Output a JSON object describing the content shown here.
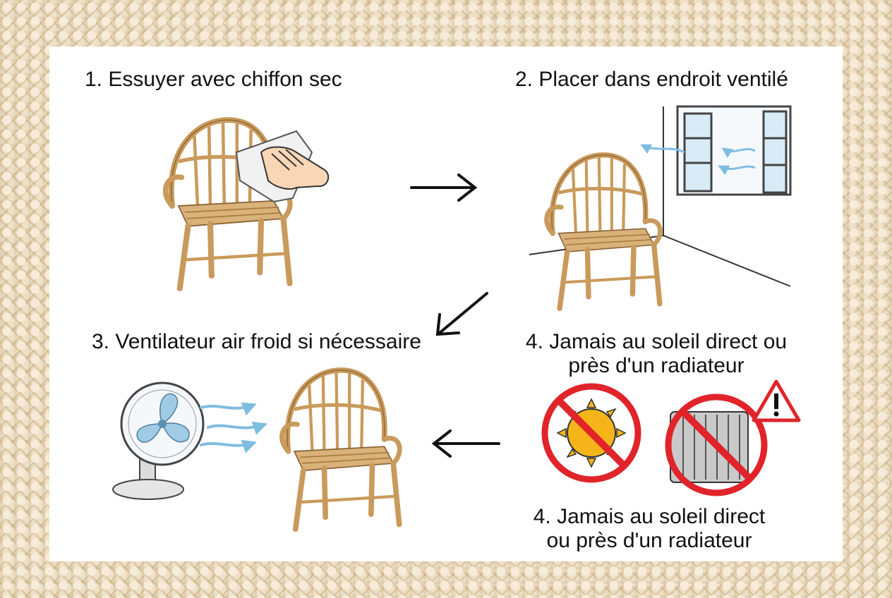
{
  "steps": {
    "step1": "1. Essuyer avec chiffon sec",
    "step2": "2. Placer dans endroit ventilé",
    "step3": "3. Ventilateur air froid si nécessaire",
    "step4_top_line1": "4. Jamais au soleil direct ou",
    "step4_top_line2": "près d'un radiateur",
    "step4_bottom_line1": "4. Jamais au soleil direct",
    "step4_bottom_line2": "ou près d'un radiateur"
  },
  "colors": {
    "rattan": "#c99a5b",
    "rattan_dark": "#8a6234",
    "prohibit_red": "#e0242a",
    "sun_yellow": "#f4b41a",
    "air_blue": "#7fbde0"
  },
  "icons": [
    "rattan-chair-icon",
    "cloth-hand-icon",
    "window-icon",
    "fan-icon",
    "sun-icon",
    "radiator-icon",
    "warning-icon",
    "arrow-icon"
  ]
}
